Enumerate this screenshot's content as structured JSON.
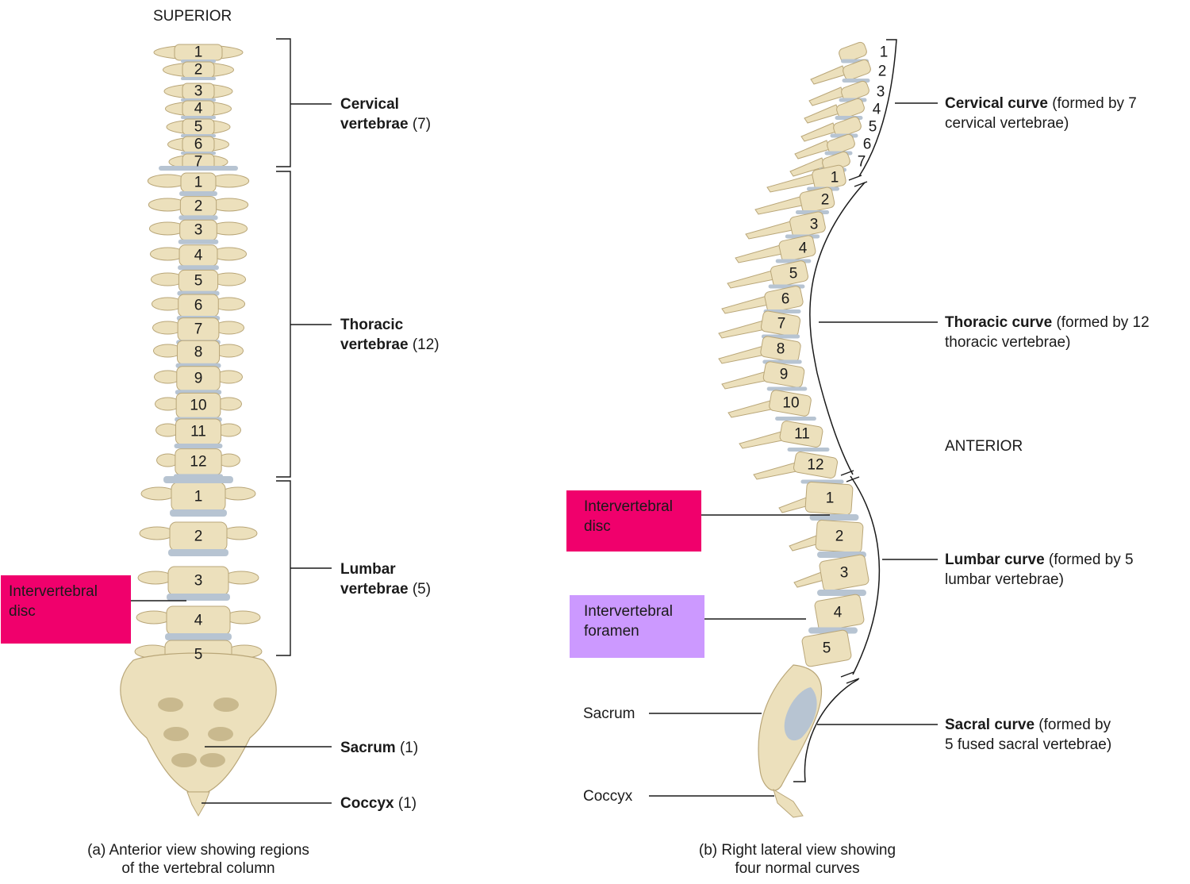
{
  "panel_a": {
    "superior": "SUPERIOR",
    "cervical_numbers": [
      "1",
      "2",
      "3",
      "4",
      "5",
      "6",
      "7"
    ],
    "thoracic_numbers": [
      "1",
      "2",
      "3",
      "4",
      "5",
      "6",
      "7",
      "8",
      "9",
      "10",
      "11",
      "12"
    ],
    "lumbar_numbers": [
      "1",
      "2",
      "3",
      "4",
      "5"
    ],
    "labels": {
      "cervical": {
        "bold1": "Cervical",
        "bold2": "vertebrae",
        "count": " (7)"
      },
      "thoracic": {
        "bold1": "Thoracic",
        "bold2": "vertebrae",
        "count": " (12)"
      },
      "lumbar": {
        "bold1": "Lumbar",
        "bold2": "vertebrae",
        "count": " (5)"
      },
      "sacrum": {
        "bold": "Sacrum",
        "count": " (1)"
      },
      "coccyx": {
        "bold": "Coccyx",
        "count": " (1)"
      }
    },
    "disc_label": {
      "line1": "Intervertebral",
      "line2": "disc"
    },
    "caption": {
      "line1": "(a) Anterior view showing regions",
      "line2": "of the vertebral column"
    }
  },
  "panel_b": {
    "anterior": "ANTERIOR",
    "cervical_numbers": [
      "1",
      "2",
      "3",
      "4",
      "5",
      "6",
      "7"
    ],
    "thoracic_numbers": [
      "1",
      "2",
      "3",
      "4",
      "5",
      "6",
      "7",
      "8",
      "9",
      "10",
      "11",
      "12"
    ],
    "lumbar_numbers": [
      "1",
      "2",
      "3",
      "4",
      "5"
    ],
    "curves": {
      "cervical": {
        "bold": "Cervical curve",
        "rest1": " (formed by 7",
        "line2": "cervical vertebrae)"
      },
      "thoracic": {
        "bold": "Thoracic curve",
        "rest1": " (formed by 12",
        "line2": "thoracic vertebrae)"
      },
      "lumbar": {
        "bold": "Lumbar curve",
        "rest1": " (formed by 5",
        "line2": "lumbar vertebrae)"
      },
      "sacral": {
        "bold": "Sacral curve",
        "rest1": " (formed by",
        "line2": "5 fused sacral vertebrae)"
      }
    },
    "disc_label": {
      "line1": "Intervertebral",
      "line2": "disc"
    },
    "foramen_label": {
      "line1": "Intervertebral",
      "line2": "foramen"
    },
    "sacrum": "Sacrum",
    "coccyx": "Coccyx",
    "caption": {
      "line1": "(b) Right lateral view showing",
      "line2": "four normal curves"
    }
  },
  "colors": {
    "bone": "#ece0bc",
    "bone_edge": "#b9a678",
    "disc": "#b7c4d2",
    "disc_highlight": "#f0006c",
    "foramen_highlight": "#cc99ff",
    "line": "#1a1a1a"
  }
}
